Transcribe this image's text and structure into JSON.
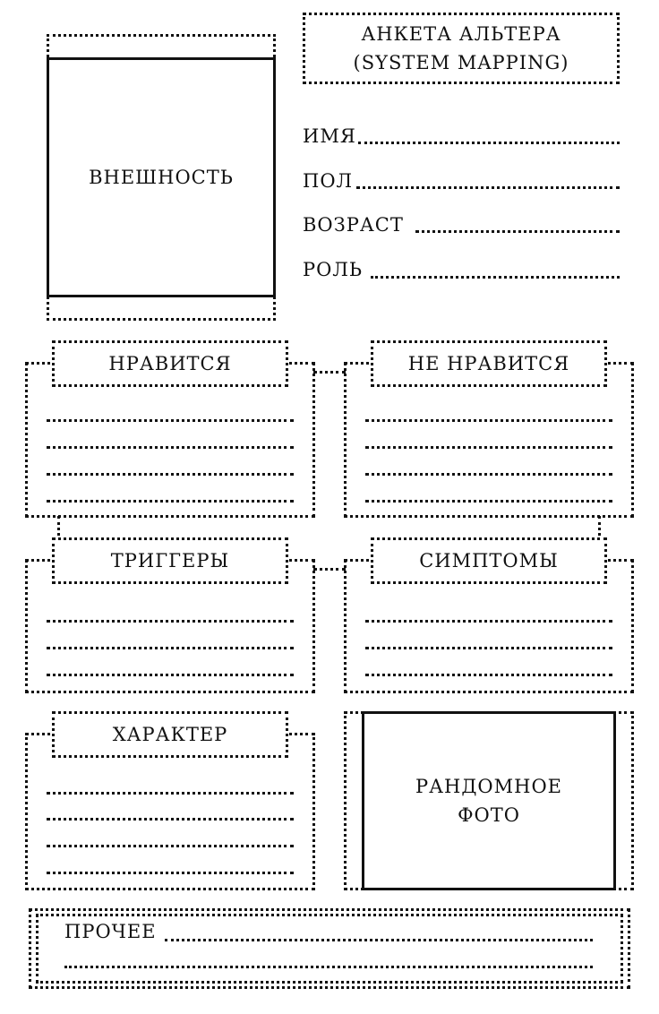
{
  "header": {
    "title_line1": "АНКЕТА АЛЬТЕРА",
    "title_line2": "(SYSTEM MAPPING)"
  },
  "appearance": {
    "label": "ВНЕШНОСТЬ"
  },
  "fields": {
    "name": "ИМЯ",
    "gender": "ПОЛ",
    "age": "ВОЗРАСТ",
    "role": "РОЛЬ"
  },
  "sections": {
    "likes": "НРАВИТСЯ",
    "dislikes": "НЕ НРАВИТСЯ",
    "triggers": "ТРИГГЕРЫ",
    "symptoms": "СИМПТОМЫ",
    "character": "ХАРАКТЕР"
  },
  "photo": {
    "line1": "РАНДОМНОЕ",
    "line2": "ФОТО"
  },
  "other": {
    "label": "ПРОЧЕЕ"
  }
}
